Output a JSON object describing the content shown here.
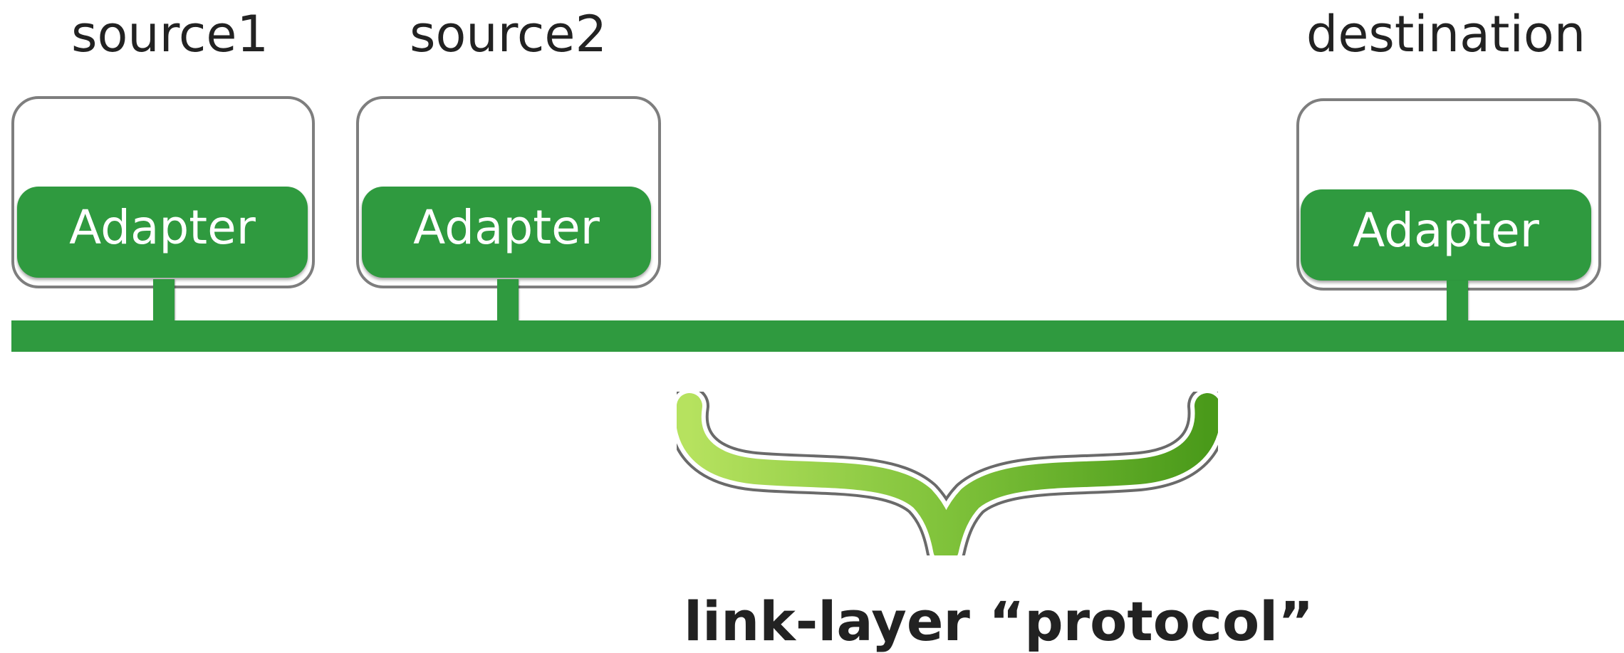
{
  "hosts": [
    {
      "label": "source1",
      "adapter_label": "Adapter"
    },
    {
      "label": "source2",
      "adapter_label": "Adapter"
    },
    {
      "label": "destination",
      "adapter_label": "Adapter"
    }
  ],
  "caption": "link-layer “protocol”",
  "colors": {
    "adapter_green": "#2f9a3f",
    "host_border": "#7e7e7e",
    "brace_light": "#a8dc50",
    "brace_dark": "#4f9a1c"
  },
  "icons": {
    "brace": "curly-brace-icon"
  }
}
